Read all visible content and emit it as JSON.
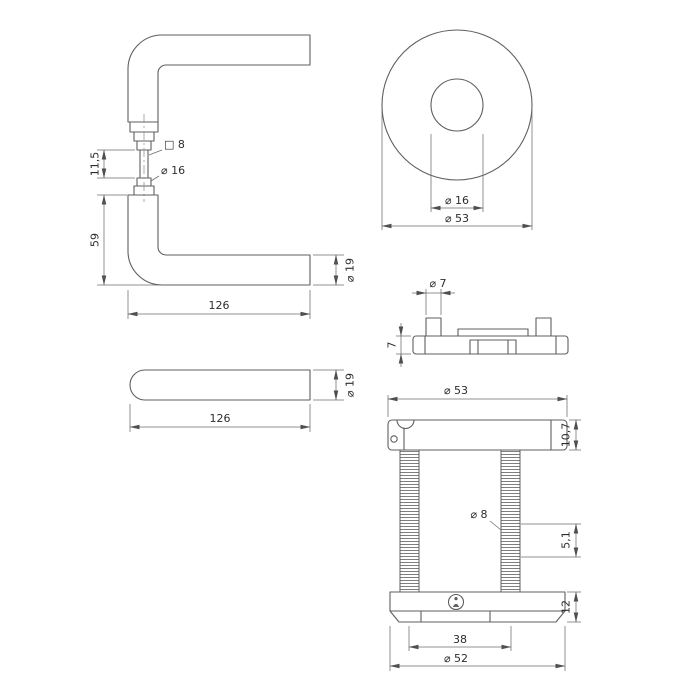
{
  "drawing": {
    "name": "door-lever-handle-technical-drawing",
    "line_color": "#5f5f5f",
    "dim_color": "#6e6e6e",
    "views": {
      "lever_pair_side": {
        "dim_spindle_square": "□ 8",
        "dim_neck_dia": "⌀ 16",
        "dim_spindle_exposed": "11,5",
        "dim_handle_height": "59",
        "dim_handle_length": "126",
        "dim_grip_dia": "⌀ 19"
      },
      "rose_front": {
        "dim_hole_dia": "⌀ 16",
        "dim_rose_dia": "⌀ 53"
      },
      "lever_top": {
        "dim_handle_length": "126",
        "dim_grip_dia": "⌀ 19"
      },
      "rose_side": {
        "dim_post_dia": "⌀ 7",
        "dim_plate_thickness": "7"
      },
      "assembly_section": {
        "dim_rose_dia": "⌀ 53",
        "dim_rose_height": "10,7",
        "dim_bolt_dia": "⌀ 8",
        "dim_bolt_offset": "5,1",
        "dim_base_height": "12",
        "dim_bolt_spacing": "38",
        "dim_base_dia": "⌀ 52"
      }
    }
  }
}
